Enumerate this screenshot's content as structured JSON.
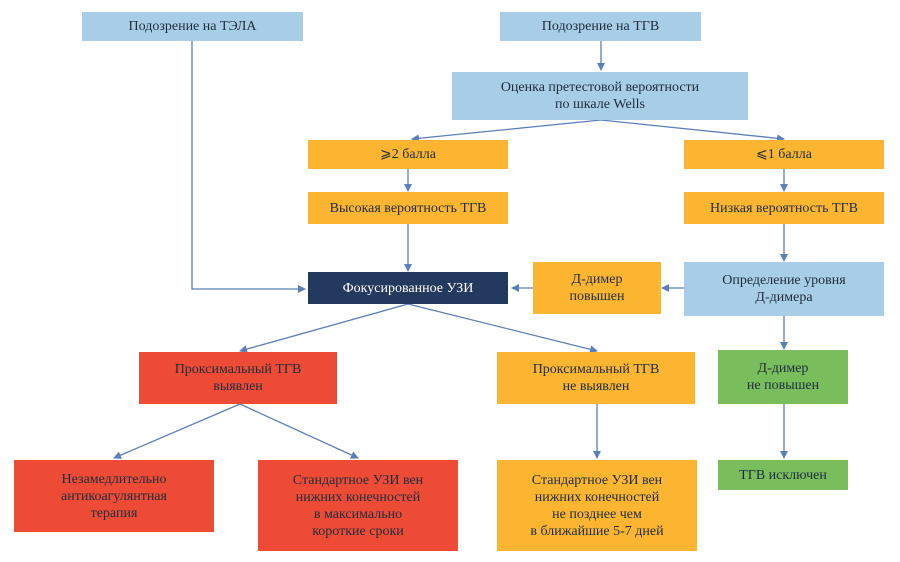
{
  "colors": {
    "blue": "#a7cde7",
    "yellow": "#fbb531",
    "red": "#ed4b36",
    "green": "#79bd5c",
    "navy": "#23395d",
    "arrow": "#5b7fb8"
  },
  "nodes": {
    "suspect_pe": "Подозрение на ТЭЛА",
    "suspect_dvt": "Подозрение на ТГВ",
    "wells": "Оценка претестовой вероятности\nпо шкале Wells",
    "score_high": "⩾2 балла",
    "score_low": "⩽1 балла",
    "high_prob": "Высокая вероятность ТГВ",
    "low_prob": "Низкая вероятность ТГВ",
    "ddimer_test": "Определение уровня\nД-димера",
    "ddimer_high": "Д-димер\nповышен",
    "focused_us": "Фокусированное УЗИ",
    "prox_found": "Проксимальный ТГВ\nвыявлен",
    "prox_not_found": "Проксимальный ТГВ\nне выявлен",
    "ddimer_normal": "Д-димер\nне повышен",
    "immediate_ac": "Незамедлительно\nантикоагулянтная\nтерапия",
    "standard_us_asap": "Стандартное УЗИ вен\nнижних конечностей\nв максимально\nкороткие сроки",
    "standard_us_5_7": "Стандартное УЗИ вен\nнижних конечностей\nне позднее чем\nв ближайшие 5-7 дней",
    "dvt_excluded": "ТГВ исключен"
  }
}
